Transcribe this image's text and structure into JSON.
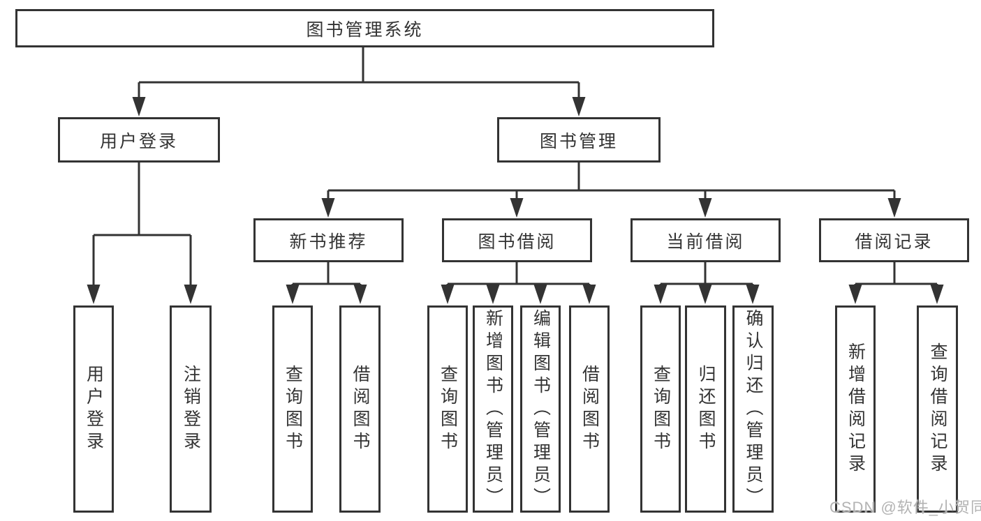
{
  "colors": {
    "line": "#333333",
    "text": "#333333",
    "watermark": "#b3b3b3",
    "background": "#ffffff"
  },
  "watermark": {
    "text": "CSDN @软件_小贺同学"
  },
  "tree": {
    "label": "图书管理系统",
    "children": [
      {
        "label": "用户登录",
        "children": [
          {
            "label": "用户登录"
          },
          {
            "label": "注销登录"
          }
        ]
      },
      {
        "label": "图书管理",
        "children": [
          {
            "label": "新书推荐",
            "children": [
              {
                "label": "查询图书"
              },
              {
                "label": "借阅图书"
              }
            ]
          },
          {
            "label": "图书借阅",
            "children": [
              {
                "label": "查询图书"
              },
              {
                "label": "新增图书（管理员）"
              },
              {
                "label": "编辑图书（管理员）"
              },
              {
                "label": "借阅图书"
              }
            ]
          },
          {
            "label": "当前借阅",
            "children": [
              {
                "label": "查询图书"
              },
              {
                "label": "归还图书"
              },
              {
                "label": "确认归还（管理员）"
              }
            ]
          },
          {
            "label": "借阅记录",
            "children": [
              {
                "label": "新增借阅记录"
              },
              {
                "label": "查询借阅记录"
              }
            ]
          }
        ]
      }
    ]
  }
}
